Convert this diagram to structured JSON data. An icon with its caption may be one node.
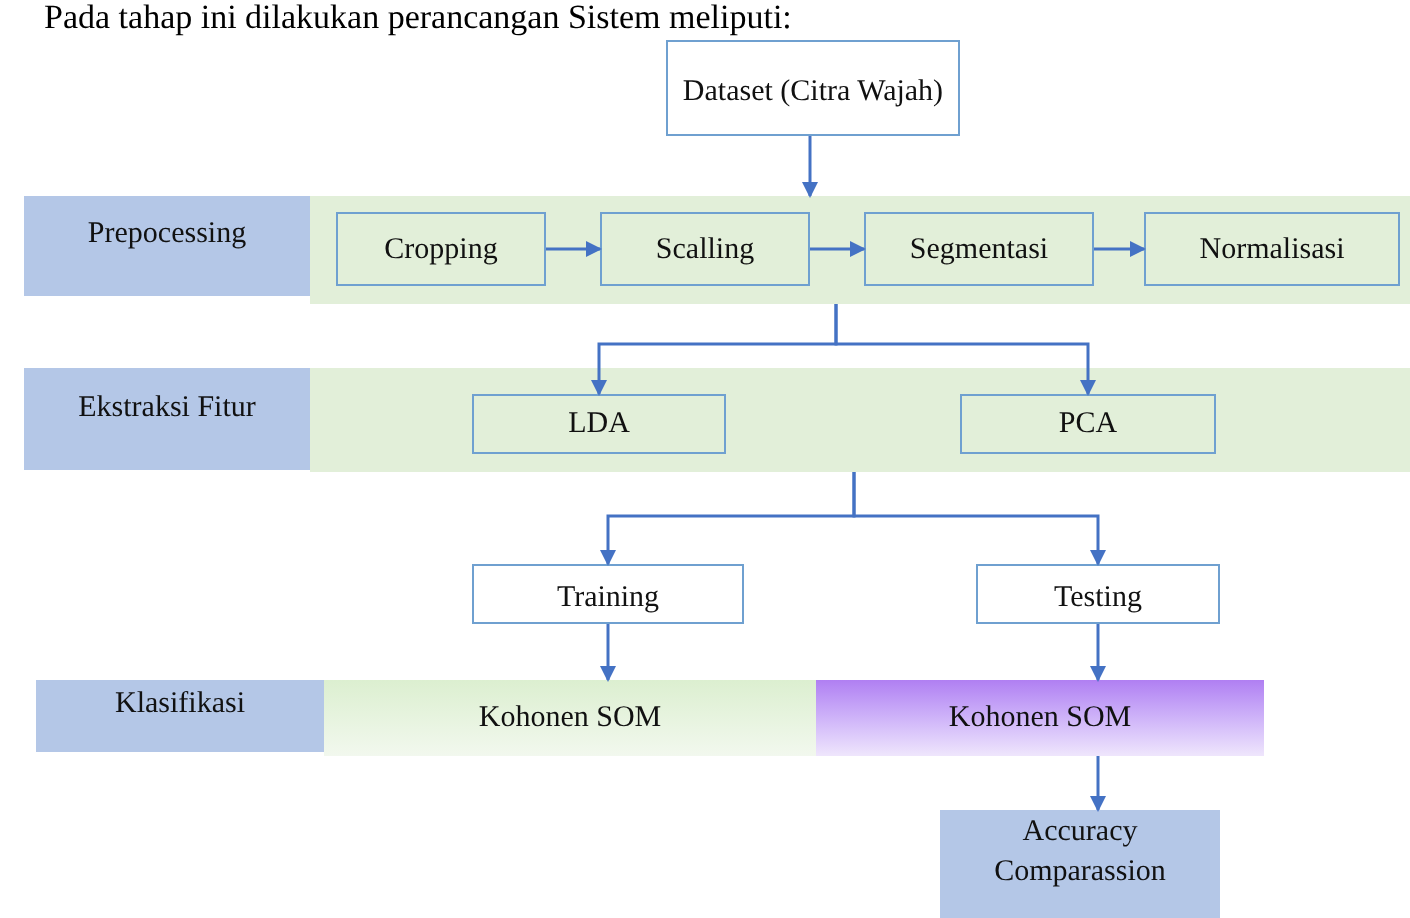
{
  "diagram": {
    "nodes": [
      {
        "text": [
          "Dataset (Citra Wajah)"
        ]
      },
      {
        "text": [
          "Prepocessing"
        ]
      },
      {
        "text": [],
        "shape": "bar"
      },
      {
        "text": [
          "Cropping"
        ],
        "in": 2
      },
      {
        "text": [
          "Scalling"
        ],
        "in": 2
      },
      {
        "text": [
          "Segmentasi"
        ],
        "in": 2
      },
      {
        "text": [
          "Normalisasi"
        ],
        "in": 2
      },
      {
        "text": [
          "Ekstraksi Fitur"
        ]
      },
      {
        "text": [],
        "shape": "bar"
      },
      {
        "text": [
          "LDA"
        ],
        "in": 8
      },
      {
        "text": [
          "PCA"
        ],
        "in": 8
      },
      {
        "text": [
          "Training"
        ]
      },
      {
        "text": [
          "Testing"
        ]
      },
      {
        "text": [
          "Klasifikasi"
        ]
      },
      {
        "text": [
          "Kohonen SOM"
        ]
      },
      {
        "text": [
          "Kohonen SOM"
        ]
      },
      {
        "text": [
          "Accuracy Comparassion"
        ]
      }
    ],
    "edges": [
      {
        "from": 0,
        "to": 2,
        "arrow": "to"
      },
      {
        "from": 3,
        "to": 4,
        "arrow": "to"
      },
      {
        "from": 4,
        "to": 5,
        "arrow": "to"
      },
      {
        "from": 5,
        "to": 6,
        "arrow": "to"
      },
      {
        "from": 2,
        "to": 9,
        "arrow": "to"
      },
      {
        "from": 2,
        "to": 10,
        "arrow": "to"
      },
      {
        "from": 8,
        "to": 11,
        "arrow": "to"
      },
      {
        "from": 8,
        "to": 12,
        "arrow": "to"
      },
      {
        "from": 11,
        "to": 14,
        "arrow": "to"
      },
      {
        "from": 12,
        "to": 15,
        "arrow": "to"
      },
      {
        "from": 15,
        "to": 16,
        "arrow": "to"
      }
    ],
    "labels": [
      "Pada tahap ini dilakukan perancangan Sistem meliputi:"
    ]
  }
}
